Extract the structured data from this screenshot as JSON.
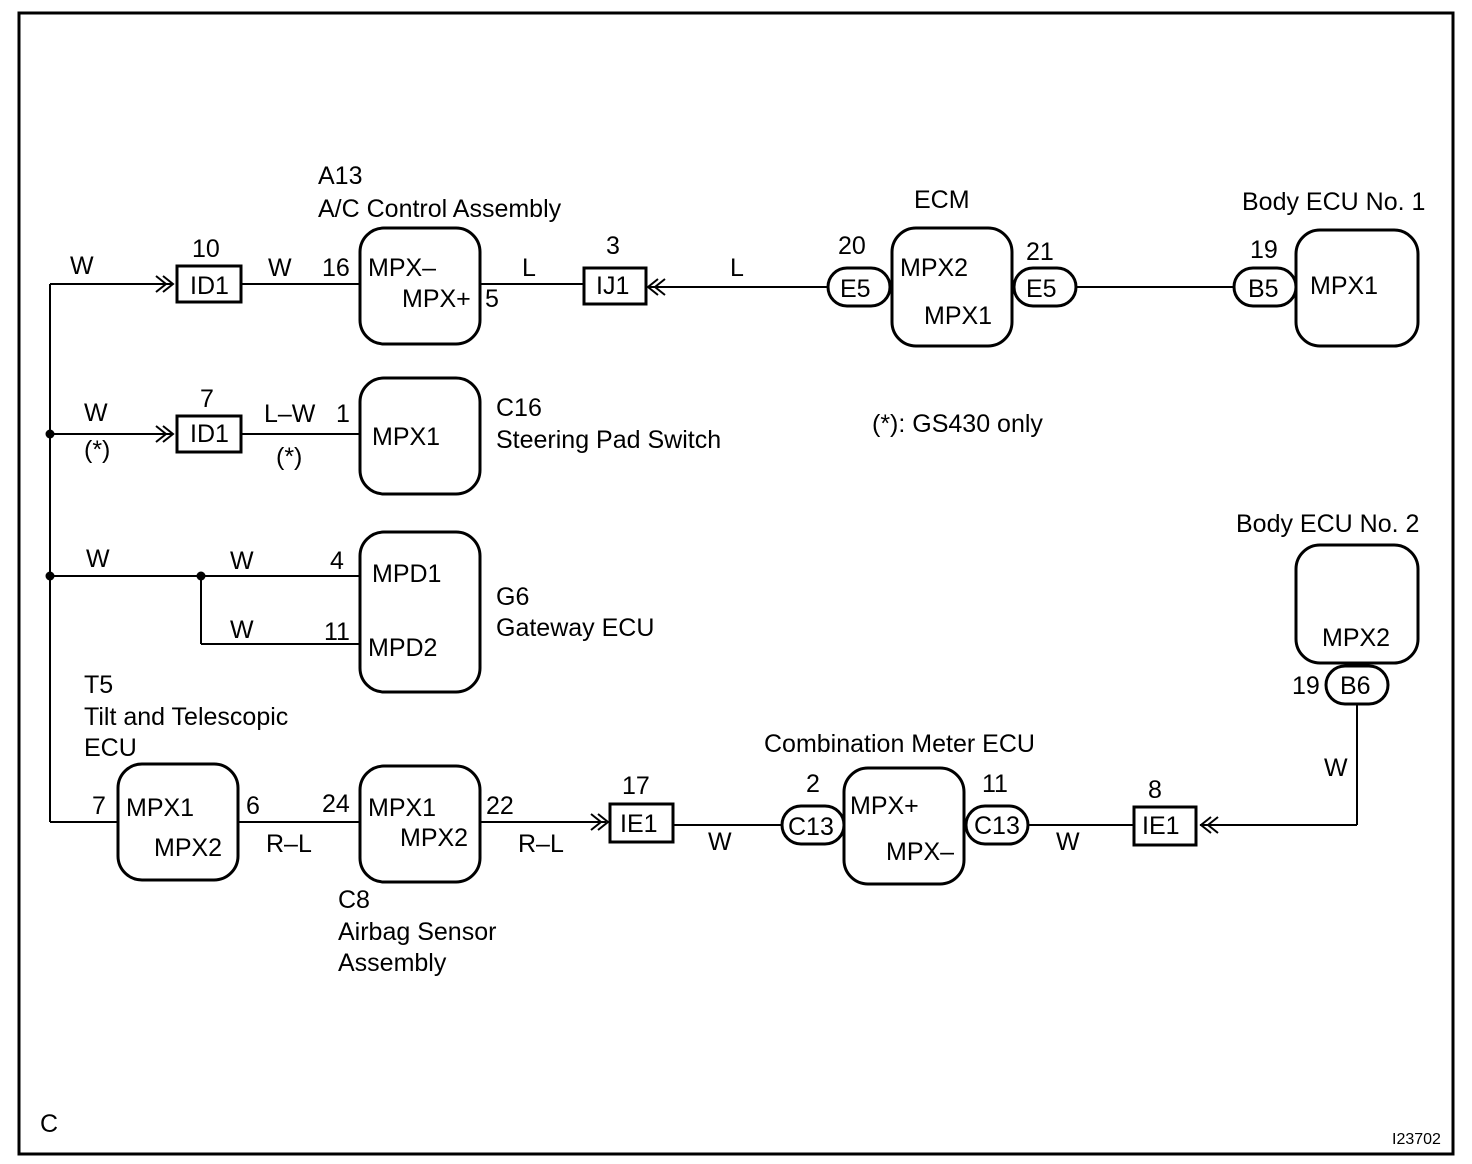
{
  "ecus": {
    "ac": {
      "code": "A13",
      "name": "A/C Control Assembly",
      "pin_a": "MPX–",
      "pin_b": "MPX+"
    },
    "ecm": {
      "name": "ECM",
      "pin_a": "MPX2",
      "pin_b": "MPX1"
    },
    "body1": {
      "name": "Body ECU No. 1",
      "pin_a": "MPX1"
    },
    "steer": {
      "code": "C16",
      "name": "Steering Pad Switch",
      "pin_a": "MPX1"
    },
    "gateway": {
      "code": "G6",
      "name": "Gateway ECU",
      "pin_a": "MPD1",
      "pin_b": "MPD2"
    },
    "body2": {
      "name": "Body ECU No. 2",
      "pin_a": "MPX2"
    },
    "tilt": {
      "code": "T5",
      "name_line1": "Tilt and Telescopic",
      "name_line2": "ECU",
      "pin_a": "MPX1",
      "pin_b": "MPX2"
    },
    "airbag": {
      "code": "C8",
      "name_line1": "Airbag Sensor",
      "name_line2": "Assembly",
      "pin_a": "MPX1",
      "pin_b": "MPX2"
    },
    "meter": {
      "name": "Combination Meter ECU",
      "pin_a": "MPX+",
      "pin_b": "MPX–"
    }
  },
  "connectors": {
    "id1_a": {
      "label": "ID1",
      "pin": "10"
    },
    "ij1": {
      "label": "IJ1",
      "pin": "3"
    },
    "id1_b": {
      "label": "ID1",
      "pin": "7"
    },
    "ie1_a": {
      "label": "IE1",
      "pin": "17"
    },
    "ie1_b": {
      "label": "IE1",
      "pin": "8"
    },
    "e5_a": {
      "label": "E5",
      "pin": "20"
    },
    "e5_b": {
      "label": "E5",
      "pin": "21"
    },
    "b5": {
      "label": "B5",
      "pin": "19"
    },
    "b6": {
      "label": "B6",
      "pin": "19"
    },
    "c13_a": {
      "label": "C13",
      "pin": "2"
    },
    "c13_b": {
      "label": "C13",
      "pin": "11"
    }
  },
  "pins": {
    "ac_16": "16",
    "ac_5": "5",
    "steer_1": "1",
    "gw_4": "4",
    "gw_11": "11",
    "tilt_7": "7",
    "tilt_6": "6",
    "air_24": "24",
    "air_22": "22"
  },
  "wires": {
    "w1": "W",
    "w2": "W",
    "w3": "L",
    "w4": "L",
    "w5": "W",
    "w5_note": "(*)",
    "w6": "L–W",
    "w6_note": "(*)",
    "w7": "W",
    "w8": "W",
    "w9": "W",
    "w10": "R–L",
    "w11": "R–L",
    "w12": "W",
    "w13": "W",
    "w14": "W"
  },
  "note": "(*): GS430 only",
  "corner_label": "C",
  "figure_id": "I23702"
}
